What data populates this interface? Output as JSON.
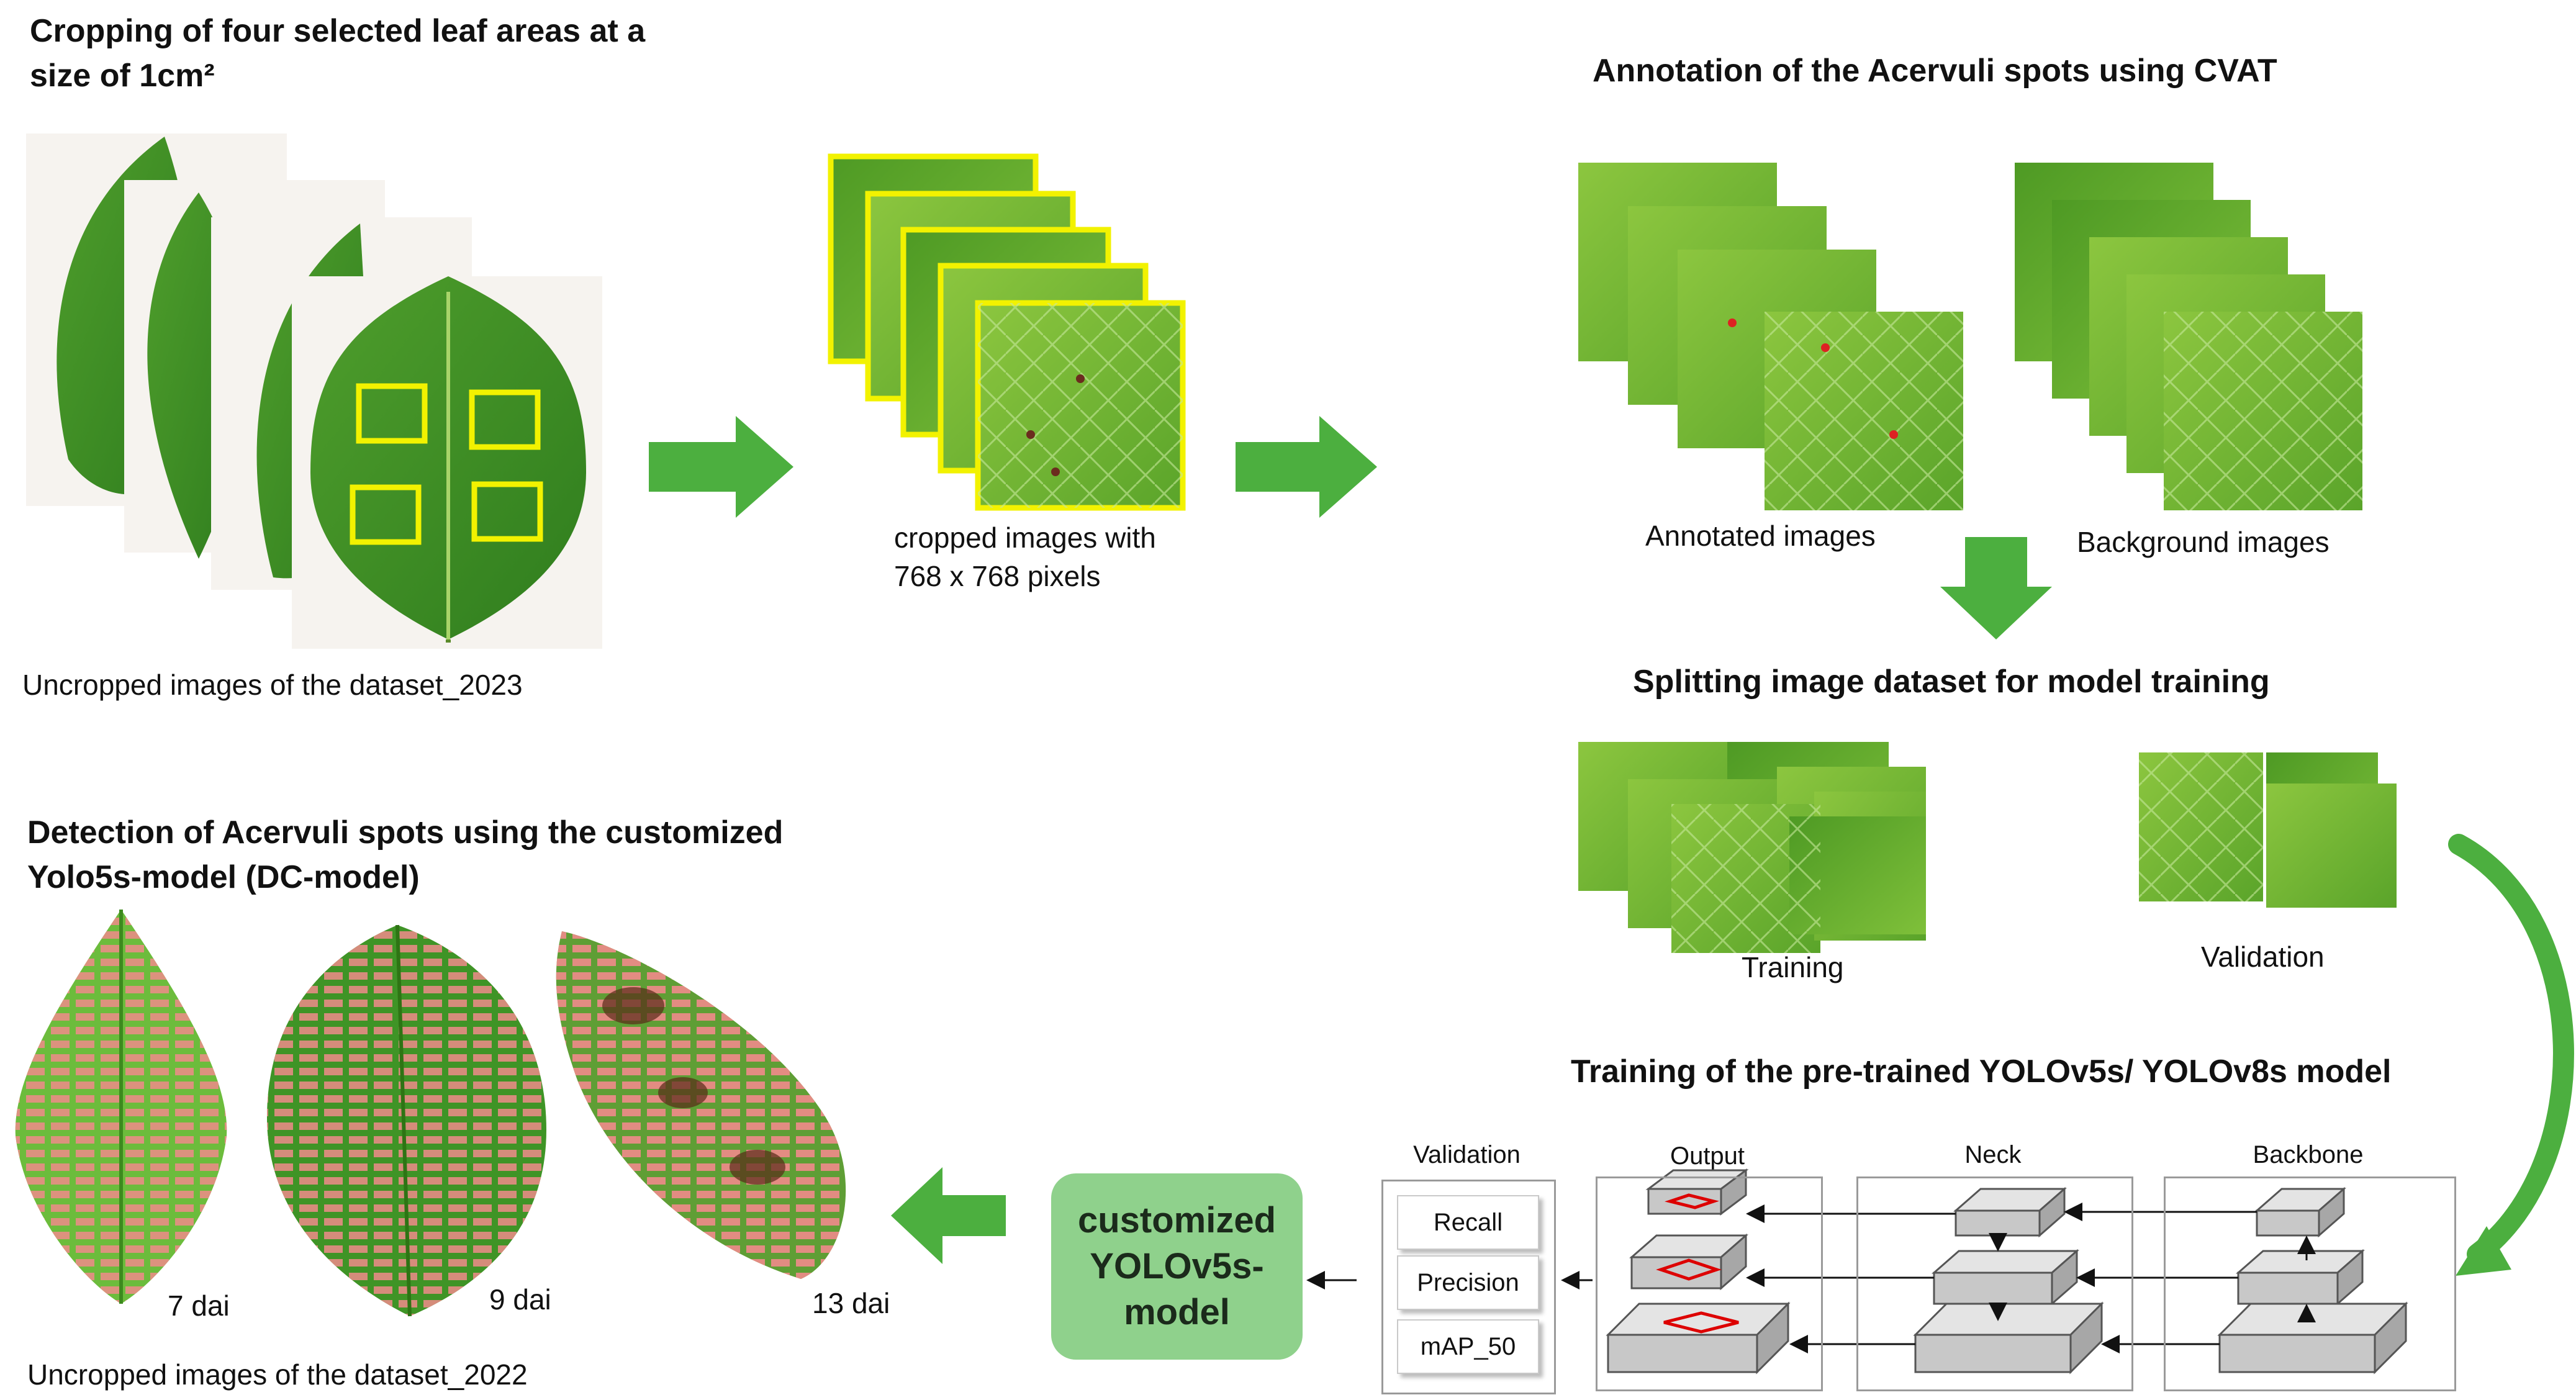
{
  "titles": {
    "cropping": "Cropping of four selected leaf areas at a size of 1cm²",
    "cropping_line1": "Cropping of four selected leaf areas at a",
    "cropping_line2": "size of 1cm²",
    "annotation": "Annotation of the Acervuli spots using CVAT",
    "splitting": "Splitting image dataset for model training",
    "training": "Training of the pre-trained YOLOv5s/ YOLOv8s model",
    "detection_line1": "Detection of Acervuli spots using the customized",
    "detection_line2": "Yolo5s-model (DC-model)"
  },
  "captions": {
    "uncropped_2023": "Uncropped images of the dataset_2023",
    "cropped_line1": "cropped images with",
    "cropped_line2": "768 x 768 pixels",
    "annotated": "Annotated images",
    "background": "Background images",
    "training_set": "Training",
    "validation_set": "Validation",
    "uncropped_2022": "Uncropped images of the dataset_2022"
  },
  "days": [
    "7 dai",
    "9 dai",
    "13 dai"
  ],
  "model_box": {
    "line1": "customized",
    "line2": "YOLOv5s-",
    "line3": "model"
  },
  "architecture": {
    "validation_title": "Validation",
    "metrics": [
      "Recall",
      "Precision",
      "mAP_50"
    ],
    "output_title": "Output",
    "neck_title": "Neck",
    "backbone_title": "Backbone"
  },
  "colors": {
    "arrow_green": "#4caf3f",
    "crop_box_yellow": "#f2f200",
    "model_box_green": "#8fd18c",
    "spot_pink": "#f08a8a",
    "block_gray": "#c8c8c8"
  }
}
